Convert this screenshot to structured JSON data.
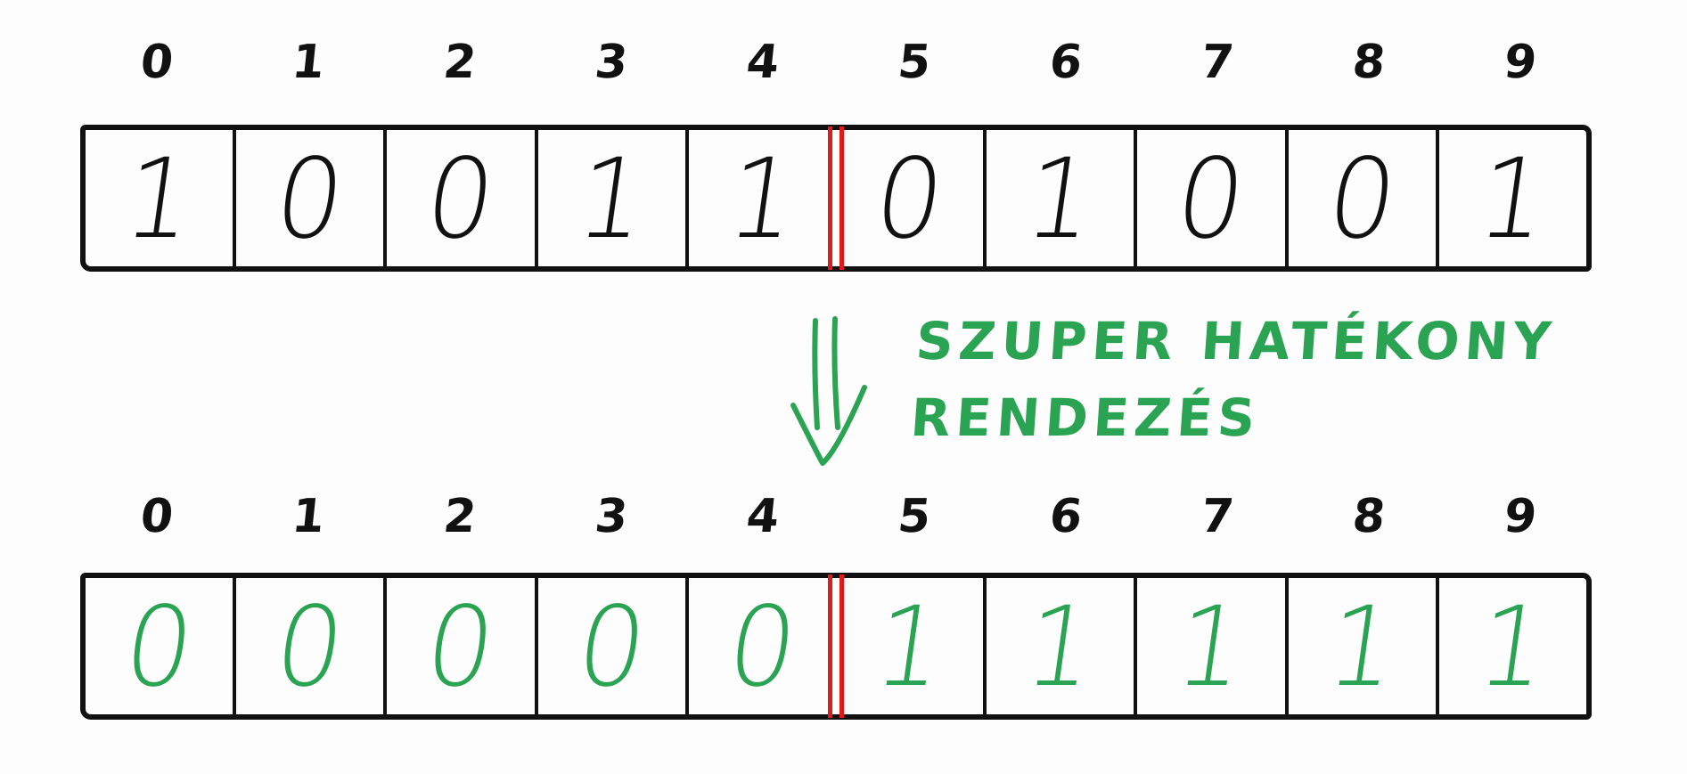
{
  "indices": [
    "0",
    "1",
    "2",
    "3",
    "4",
    "5",
    "6",
    "7",
    "8",
    "9"
  ],
  "top_array": {
    "values": [
      "1",
      "0",
      "0",
      "1",
      "1",
      "0",
      "1",
      "0",
      "0",
      "1"
    ],
    "split_after_index": 4
  },
  "bottom_array": {
    "values": [
      "0",
      "0",
      "0",
      "0",
      "0",
      "1",
      "1",
      "1",
      "1",
      "1"
    ],
    "split_after_index": 4
  },
  "caption": {
    "line1": "SZUPER HATÉKONY",
    "line2": "RENDEZÉS"
  },
  "colors": {
    "ink": "#111111",
    "green": "#2aa352",
    "red": "#e01b1b"
  }
}
